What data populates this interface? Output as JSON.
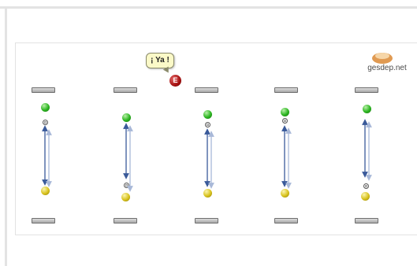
{
  "logo": {
    "text": "gesdep.net"
  },
  "bubble": {
    "text": "¡ Ya !"
  },
  "badge": {
    "letter": "E"
  },
  "colors": {
    "green_ball": "#2bb520",
    "yellow_ball": "#d8c21c",
    "arrow_dark": "#3a5a9a",
    "arrow_light": "#a8b8d8",
    "badge": "#a31010"
  }
}
